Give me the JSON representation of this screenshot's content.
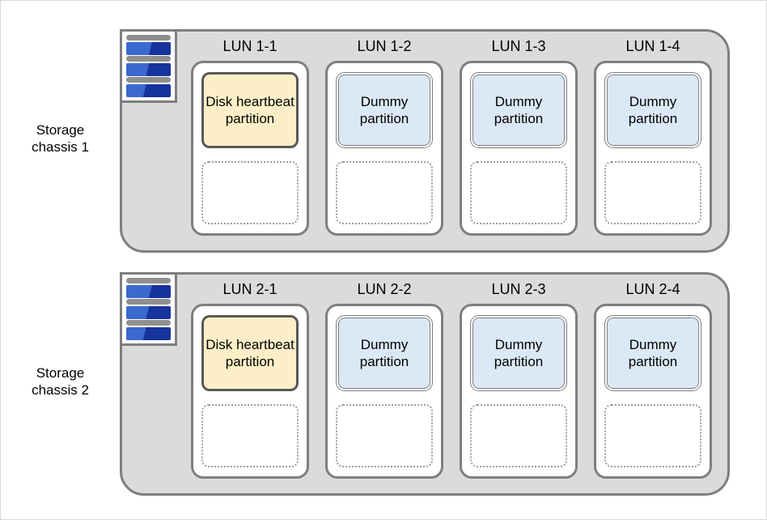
{
  "colors": {
    "chassis_fill": "#dbdbdb",
    "chassis_border": "#7f7f7f",
    "lun_fill": "#ffffff",
    "lun_border": "#7f7f7f",
    "heartbeat_fill": "#fcefc7",
    "heartbeat_border": "#595959",
    "dummy_fill": "#dbe8f5",
    "dummy_border": "#7f7f7f",
    "empty_slot_border": "#9e9e9e",
    "disk_icon_blue_light": "#3b69cf",
    "disk_icon_blue_dark": "#16339e",
    "disk_icon_gray": "#8f8f8f"
  },
  "chassis": [
    {
      "label": "Storage chassis 1",
      "luns": [
        {
          "name": "LUN 1-1",
          "partition_label": "Disk heartbeat partition",
          "partition_type": "heartbeat",
          "empty_slot": true
        },
        {
          "name": "LUN 1-2",
          "partition_label": "Dummy partition",
          "partition_type": "dummy",
          "empty_slot": true
        },
        {
          "name": "LUN 1-3",
          "partition_label": "Dummy partition",
          "partition_type": "dummy",
          "empty_slot": true
        },
        {
          "name": "LUN 1-4",
          "partition_label": "Dummy partition",
          "partition_type": "dummy",
          "empty_slot": true
        }
      ]
    },
    {
      "label": "Storage chassis 2",
      "luns": [
        {
          "name": "LUN 2-1",
          "partition_label": "Disk heartbeat partition",
          "partition_type": "heartbeat",
          "empty_slot": true
        },
        {
          "name": "LUN 2-2",
          "partition_label": "Dummy partition",
          "partition_type": "dummy",
          "empty_slot": true
        },
        {
          "name": "LUN 2-3",
          "partition_label": "Dummy partition",
          "partition_type": "dummy",
          "empty_slot": true
        },
        {
          "name": "LUN 2-4",
          "partition_label": "Dummy partition",
          "partition_type": "dummy",
          "empty_slot": true
        }
      ]
    }
  ]
}
